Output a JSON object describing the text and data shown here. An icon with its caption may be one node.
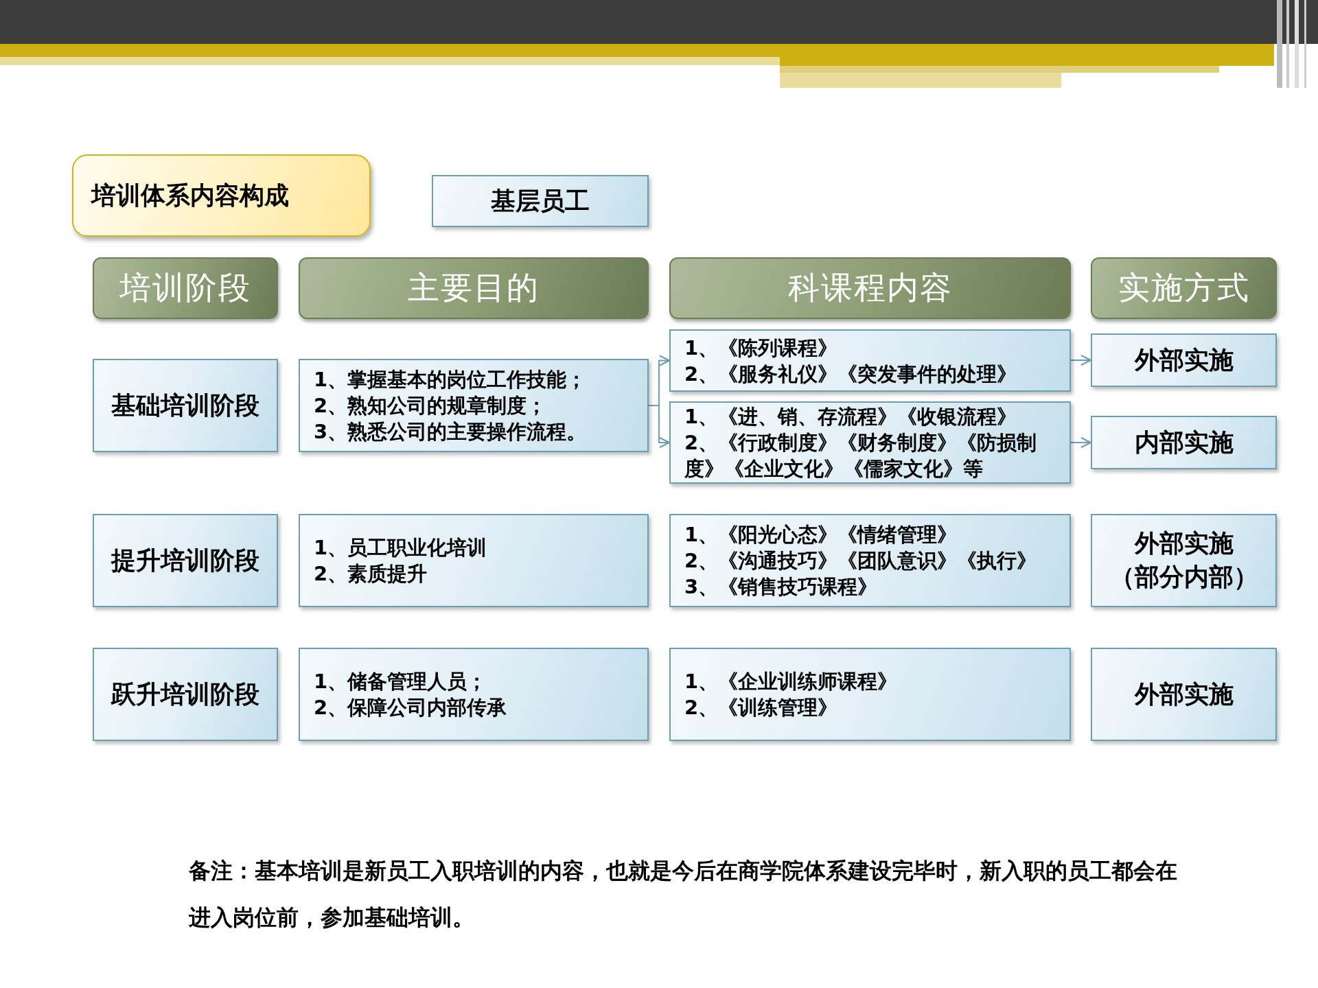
{
  "diagram": {
    "nodes": [
      {
        "text": [
          "培训体系内容构成"
        ]
      },
      {
        "text": [
          "基层员工"
        ]
      },
      {
        "text": [
          "培训阶段"
        ]
      },
      {
        "text": [
          "主要目的"
        ]
      },
      {
        "text": [
          "科课程内容"
        ]
      },
      {
        "text": [
          "实施方式"
        ]
      },
      {
        "text": [
          "基础培训阶段"
        ]
      },
      {
        "text": [
          "1、掌握基本的岗位工作技能；",
          "2、熟知公司的规章制度；",
          "3、熟悉公司的主要操作流程。"
        ]
      },
      {
        "text": [
          "1、《陈列课程》",
          "2、《服务礼仪》《突发事件的处理》"
        ]
      },
      {
        "text": [
          "1、《进、销、存流程》《收银流程》",
          "2、《行政制度》《财务制度》《防损制度》《企业文化》《儒家文化》等"
        ]
      },
      {
        "text": [
          "外部实施"
        ]
      },
      {
        "text": [
          "内部实施"
        ]
      },
      {
        "text": [
          "提升培训阶段"
        ]
      },
      {
        "text": [
          "1、员工职业化培训",
          "2、素质提升"
        ]
      },
      {
        "text": [
          "1、《阳光心态》《情绪管理》",
          "2、《沟通技巧》《团队意识》《执行》",
          "3、《销售技巧课程》"
        ]
      },
      {
        "text": [
          "外部实施",
          "（部分内部）"
        ]
      },
      {
        "text": [
          "跃升培训阶段"
        ]
      },
      {
        "text": [
          "1、储备管理人员；",
          "2、保障公司内部传承"
        ]
      },
      {
        "text": [
          "1、《企业训练师课程》",
          "2、《训练管理》"
        ]
      },
      {
        "text": [
          "外部实施"
        ]
      }
    ],
    "edges": [
      {
        "from": 7,
        "to": 8,
        "arrow": "to"
      },
      {
        "from": 7,
        "to": 9,
        "arrow": "to"
      },
      {
        "from": 8,
        "to": 10,
        "arrow": "to"
      },
      {
        "from": 9,
        "to": 11,
        "arrow": "to"
      }
    ],
    "labels": [
      "备注：基本培训是新员工入职培训的内容，也就是今后在商学院体系建设完毕时，新入职的员工都会在进入岗位前，参加基础培训。"
    ]
  }
}
